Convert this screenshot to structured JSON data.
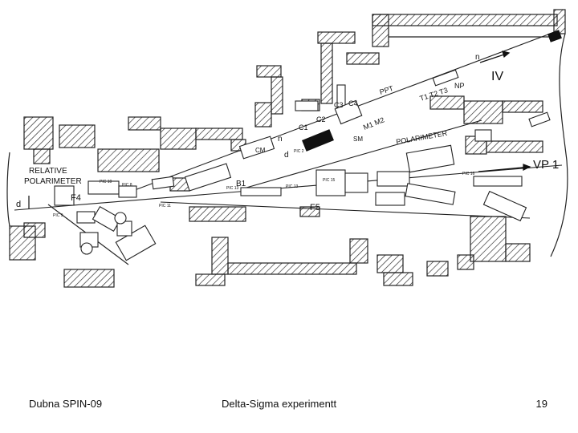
{
  "diagram": {
    "labels": {
      "relative_polarimeter_1": "RELATIVE",
      "relative_polarimeter_2": "POLARIMETER",
      "polarimeter": "POLARIMETER",
      "vp1": "VP 1",
      "iv": "IV",
      "np": "NP",
      "ppt": "PPT",
      "n_top": "n",
      "t_labels": "T1 T2 T3",
      "c1": "C1",
      "c2": "C2",
      "c3": "C3",
      "c4": "C4",
      "m1m2": "M1 M2",
      "sm": "SM",
      "n_left": "n",
      "d_mid": "d",
      "d_left": "d",
      "cm": "CM",
      "f4": "F4",
      "f5": "F5",
      "b1": "B1",
      "pic2": "PIC 2",
      "pic11": "PIC 11",
      "pic13": "PIC 13",
      "pic13b": "PIC 13",
      "pic15": "PIC 15",
      "pic16": "PIC 16",
      "pic_left1": "PIC 10",
      "pic_left2": "PIC 9",
      "pic_left3": "PIC 8"
    }
  },
  "footer": {
    "left": "Dubna SPIN-09",
    "center": "Delta-Sigma experimentt",
    "right": "19"
  }
}
